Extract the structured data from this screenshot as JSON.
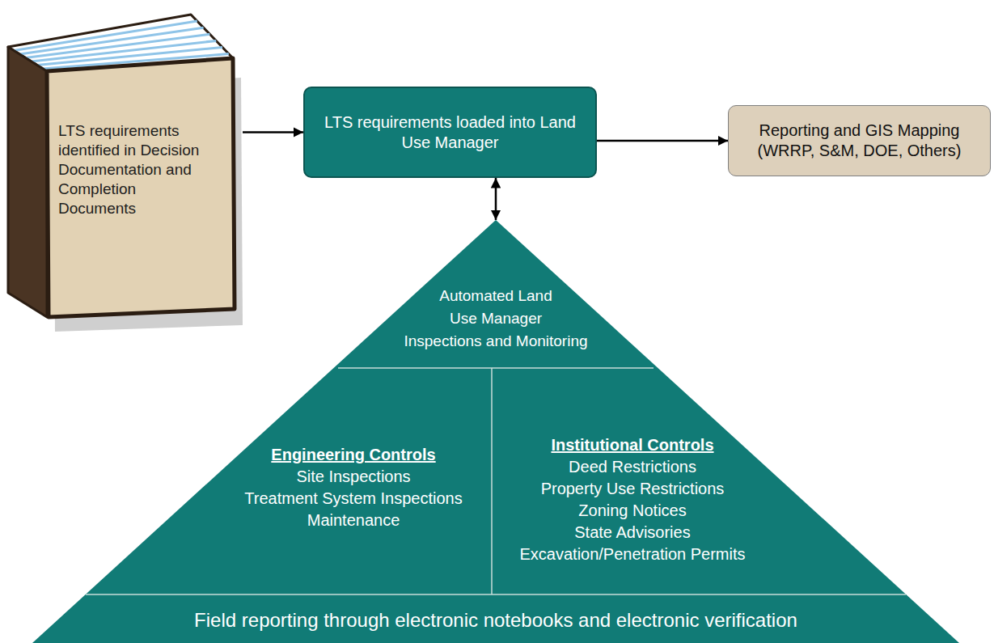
{
  "diagram": {
    "nodes": [
      {
        "text": [
          "LTS requirements identified in Decision Documentation and Completion Documents"
        ]
      },
      {
        "text": [
          "LTS requirements loaded into Land Use Manager"
        ]
      },
      {
        "text": [
          "Reporting and GIS Mapping (WRRP, S&M, DOE, Others)"
        ]
      },
      {
        "text": [
          "Automated Land Use Manager Inspections and Monitoring"
        ]
      },
      {
        "text": [
          "Engineering Controls",
          "Site Inspections",
          "Treatment System Inspections",
          "Maintenance"
        ],
        "in": 3
      },
      {
        "text": [
          "Institutional Controls",
          "Deed Restrictions",
          "Property Use Restrictions",
          "Zoning Notices",
          "State Advisories",
          "Excavation/Penetration Permits"
        ],
        "in": 3
      },
      {
        "text": [
          "Field reporting through electronic notebooks and electronic verification"
        ],
        "in": 3
      }
    ],
    "edges": [
      {
        "from": 0,
        "to": 1,
        "arrow": "to"
      },
      {
        "from": 1,
        "to": 2,
        "arrow": "to"
      },
      {
        "from": 1,
        "to": 3,
        "arrow": "both"
      }
    ]
  }
}
